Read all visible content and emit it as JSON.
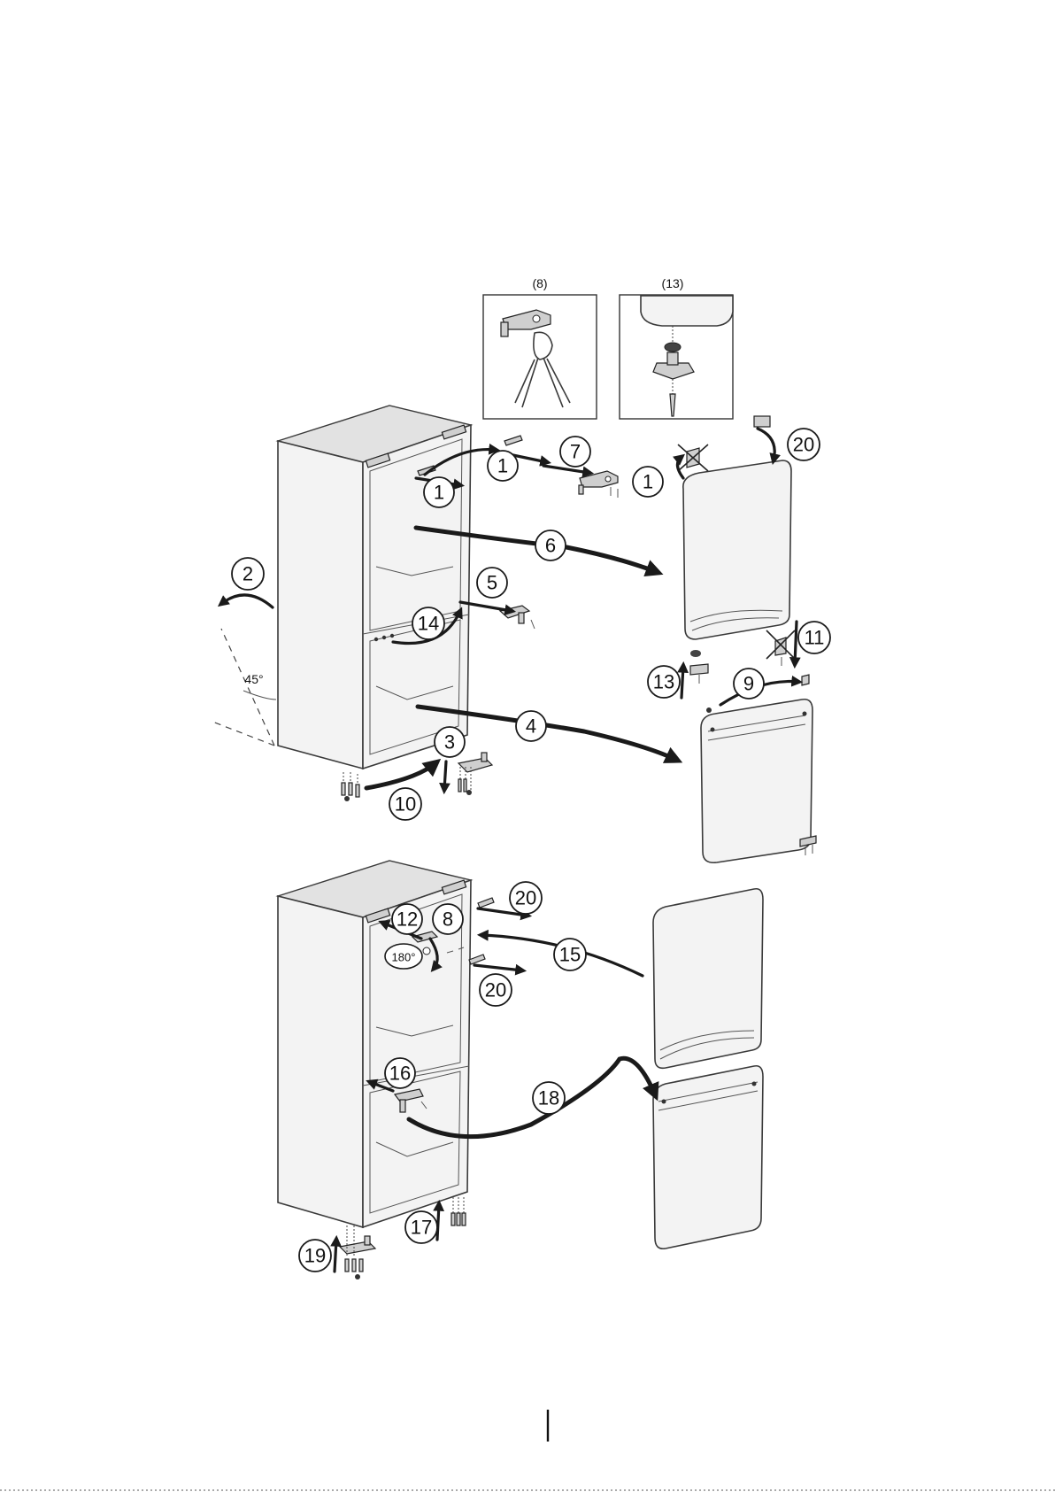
{
  "detail_boxes": [
    {
      "id": "detail-8",
      "label": "(8)"
    },
    {
      "id": "detail-13",
      "label": "(13)"
    }
  ],
  "angle_label": "45°",
  "rotation_label": "180°",
  "steps": {
    "s1a": "1",
    "s1b": "1",
    "s1c": "1",
    "s2": "2",
    "s3": "3",
    "s4": "4",
    "s5": "5",
    "s6": "6",
    "s7": "7",
    "s8": "8",
    "s9": "9",
    "s10": "10",
    "s11": "11",
    "s12": "12",
    "s13": "13",
    "s14": "14",
    "s15": "15",
    "s16": "16",
    "s17": "17",
    "s18": "18",
    "s19": "19",
    "s20a": "20",
    "s20b": "20",
    "s20c": "20"
  }
}
